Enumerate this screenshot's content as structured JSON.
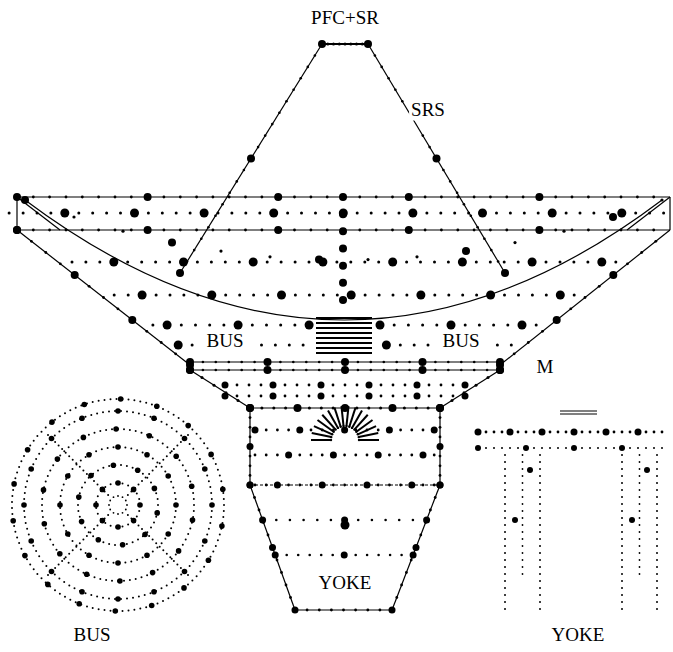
{
  "diagram": {
    "labels": [
      "PFC+SR",
      "SRS",
      "BUS",
      "BUS",
      "M",
      "YOKE",
      "BUS",
      "YOKE"
    ]
  }
}
